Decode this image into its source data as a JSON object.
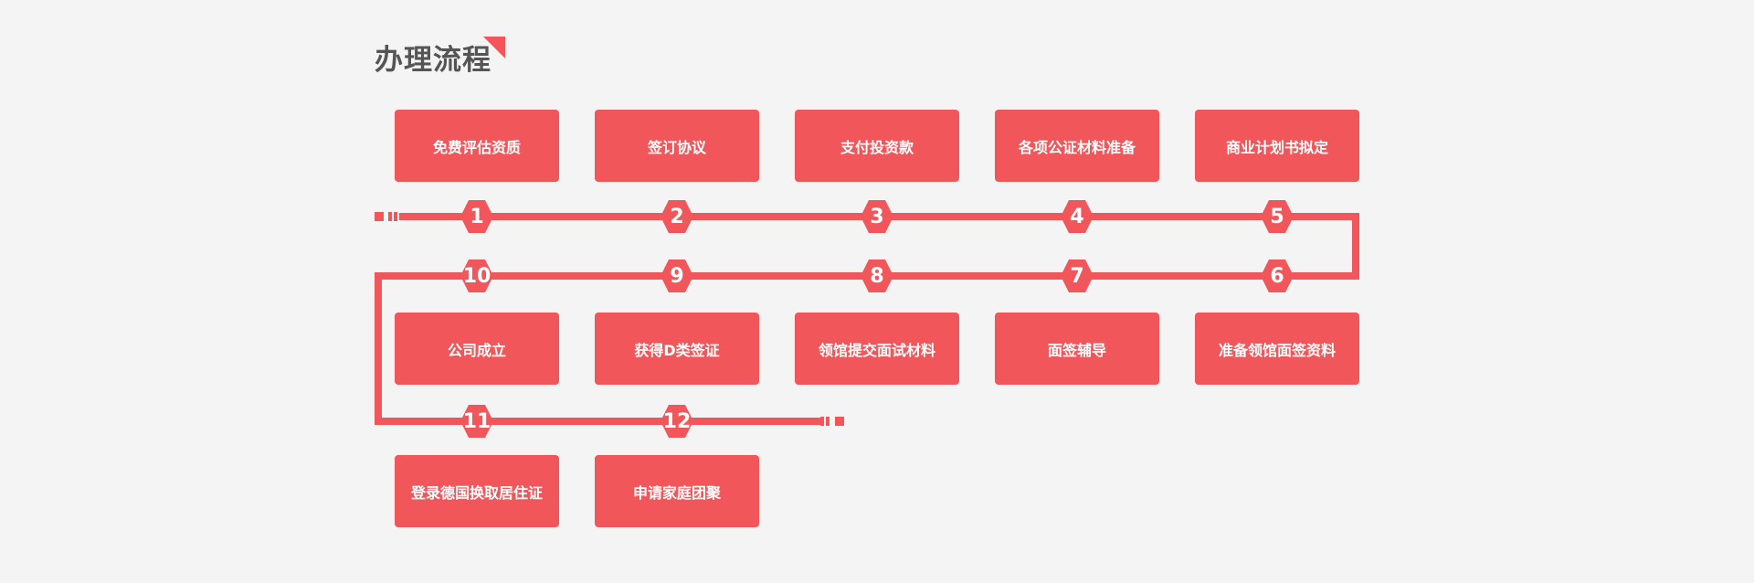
{
  "section": {
    "title": "办理流程"
  },
  "colors": {
    "accent": "#f0565a",
    "background": "#f4f4f4",
    "title": "#555555"
  },
  "steps": [
    {
      "number": "1",
      "label": "免费评估资质"
    },
    {
      "number": "2",
      "label": "签订协议"
    },
    {
      "number": "3",
      "label": "支付投资款"
    },
    {
      "number": "4",
      "label": "各项公证材料准备"
    },
    {
      "number": "5",
      "label": "商业计划书拟定"
    },
    {
      "number": "6",
      "label": "准备领馆面签资料"
    },
    {
      "number": "7",
      "label": "面签辅导"
    },
    {
      "number": "8",
      "label": "领馆提交面试材料"
    },
    {
      "number": "9",
      "label": "获得D类签证"
    },
    {
      "number": "10",
      "label": "公司成立"
    },
    {
      "number": "11",
      "label": "登录德国换取居住证"
    },
    {
      "number": "12",
      "label": "申请家庭团聚"
    }
  ]
}
